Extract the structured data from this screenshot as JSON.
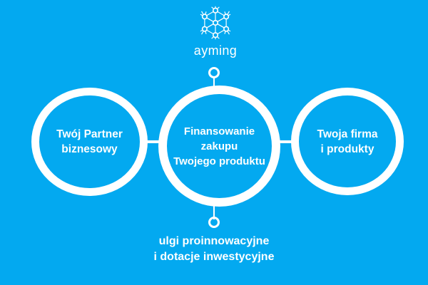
{
  "theme": {
    "background_color": "#03a9f0",
    "foreground_color": "#ffffff"
  },
  "brand": {
    "wordmark": "ayming",
    "mark_icon": "network-nodes-icon"
  },
  "diagram": {
    "connector_top_icon": "connector-node-ring-icon",
    "connector_bottom_icon": "connector-node-ring-icon",
    "nodes": [
      {
        "id": "partner",
        "label": "Twój Partner\nbiznesowy"
      },
      {
        "id": "financing",
        "label": "Finansowanie\nzakupu\nTwojego produktu"
      },
      {
        "id": "company",
        "label": "Twoja firma\ni produkty"
      }
    ]
  },
  "caption": {
    "text": "ulgi proinnowacyjne\ni dotacje inwestycyjne"
  }
}
